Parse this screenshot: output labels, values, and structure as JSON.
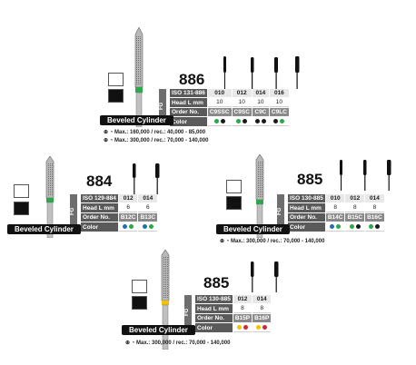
{
  "products": [
    {
      "model": "886",
      "iso": "ISO 131-886",
      "sizes": [
        "010",
        "012",
        "014",
        "016"
      ],
      "head_l_mm": [
        "10",
        "10",
        "10",
        "10"
      ],
      "order_no": [
        "C9SSC",
        "C9SC",
        "C9C",
        "C9LC"
      ],
      "colors": [
        [
          "#2aa84a",
          "#1a1a1a"
        ],
        [
          "#2aa84a",
          "#1a1a1a"
        ],
        [
          "#1a1a1a",
          "#1a1a1a"
        ],
        [
          "#1a1a1a",
          "#2aa84a"
        ]
      ],
      "label": "Beveled Cylinder",
      "speeds": [
        "Max.: 160,000 / rec.: 40,000 - 85,000",
        "Max.: 300,000 / rec.: 70,000 - 140,000"
      ]
    },
    {
      "model": "884",
      "iso": "ISO 129-884",
      "sizes": [
        "012",
        "014"
      ],
      "head_l_mm": [
        "6",
        "6"
      ],
      "order_no": [
        "B12C",
        "B13C"
      ],
      "colors": [
        [
          "#1e6fb8",
          "#2aa84a"
        ],
        [
          "#1e6fb8",
          "#2aa84a"
        ]
      ],
      "label": "Beveled Cylinder"
    },
    {
      "model": "885",
      "iso": "ISO 130-885",
      "sizes": [
        "010",
        "012",
        "014"
      ],
      "head_l_mm": [
        "8",
        "8",
        "8"
      ],
      "order_no": [
        "B14C",
        "B15C",
        "B16C"
      ],
      "colors": [
        [
          "#1e6fb8",
          "#2aa84a"
        ],
        [
          "#2aa84a",
          "#1a1a1a"
        ],
        [
          "#2aa84a",
          "#1a1a1a"
        ]
      ],
      "label": "Beveled Cylinder",
      "speeds": [
        "Max.: 300,000 / rec.: 70,000 - 140,000"
      ]
    },
    {
      "model": "885",
      "iso": "ISO 130-885",
      "sizes": [
        "012",
        "014"
      ],
      "head_l_mm": [
        "8",
        "8"
      ],
      "order_no": [
        "B15P",
        "B16P"
      ],
      "colors": [
        [
          "#f2c200",
          "#d8262e"
        ],
        [
          "#f2c200",
          "#d8262e"
        ]
      ],
      "label": "Beveled Cylinder",
      "speeds": [
        "Max.: 300,000 / rec.: 70,000 - 140,000"
      ]
    }
  ],
  "row_labels": {
    "head": "Head L mm",
    "order": "Order No.",
    "color": "Color"
  },
  "fg": "FG"
}
